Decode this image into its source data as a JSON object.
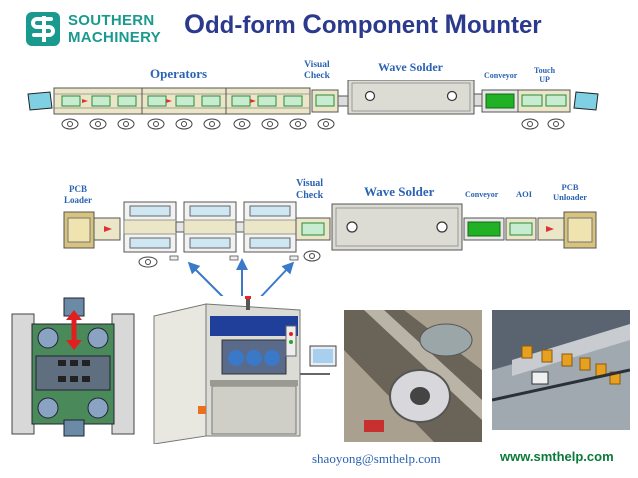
{
  "header": {
    "logo_line1": "SOUTHERN",
    "logo_line2": "MACHINERY",
    "title_parts": [
      {
        "cap": "O",
        "rest": "dd-form "
      },
      {
        "cap": "C",
        "rest": "omponent "
      },
      {
        "cap": "M",
        "rest": "ounter"
      }
    ]
  },
  "line1": {
    "operators": "Operators",
    "visual_check": [
      "Visual",
      "Check"
    ],
    "wave_solder": "Wave Solder",
    "conveyor": "Conveyor",
    "touch_up": [
      "Touch",
      "UP"
    ]
  },
  "line2": {
    "pcb_loader": [
      "PCB",
      "Loader"
    ],
    "visual_check": [
      "Visual",
      "Check"
    ],
    "wave_solder": "Wave Solder",
    "conveyor": "Conveyor",
    "aoi": "AOI",
    "pcb_unloader": [
      "PCB",
      "Unloader"
    ]
  },
  "footer": {
    "email": "shaoyong@smthelp.com",
    "website": "www.smthelp.com"
  },
  "colors": {
    "brand_teal": "#1a9a8f",
    "title_navy": "#2b3a8c",
    "label_blue": "#2a63b3",
    "belt_beige": "#ece6c8",
    "wave_solder_gray": "#dcdcd4",
    "conveyor_green": "#22b026",
    "loader_tan": "#d7c27e",
    "screen_cyan": "#7fd0e2"
  }
}
